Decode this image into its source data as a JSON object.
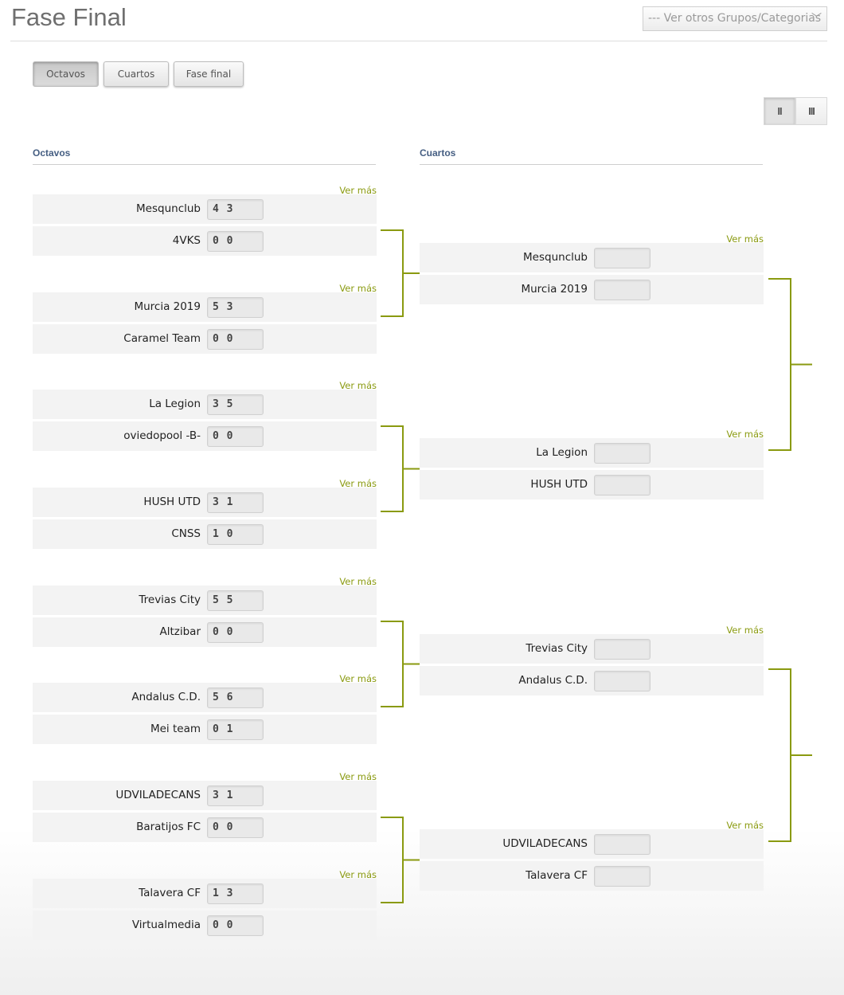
{
  "page_title": "Fase Final",
  "group_select": {
    "value": "--- Ver otros Grupos/Categorias"
  },
  "round_tabs": [
    {
      "label": "Octavos",
      "active": true
    },
    {
      "label": "Cuartos",
      "active": false
    },
    {
      "label": "Fase final",
      "active": false
    }
  ],
  "view_toggle": [
    {
      "label": "II",
      "active": true
    },
    {
      "label": "III",
      "active": false
    }
  ],
  "ver_mas_label": "Ver más",
  "columns": {
    "octavos": {
      "title": "Octavos",
      "matches": [
        {
          "home": {
            "name": "Mesqunclub",
            "score": "4 3"
          },
          "away": {
            "name": "4VKS",
            "score": "0 0"
          }
        },
        {
          "home": {
            "name": "Murcia 2019",
            "score": "5 3"
          },
          "away": {
            "name": "Caramel Team",
            "score": "0 0"
          }
        },
        {
          "home": {
            "name": "La Legion",
            "score": "3 5"
          },
          "away": {
            "name": "oviedopool -B-",
            "score": "0 0"
          }
        },
        {
          "home": {
            "name": "HUSH UTD",
            "score": "3 1"
          },
          "away": {
            "name": "CNSS",
            "score": "1 0"
          }
        },
        {
          "home": {
            "name": "Trevias City",
            "score": "5 5"
          },
          "away": {
            "name": "Altzibar",
            "score": "0 0"
          }
        },
        {
          "home": {
            "name": "Andalus C.D.",
            "score": "5 6"
          },
          "away": {
            "name": "Mei team",
            "score": "0 1"
          }
        },
        {
          "home": {
            "name": "UDVILADECANS",
            "score": "3 1"
          },
          "away": {
            "name": "Baratijos FC",
            "score": "0 0"
          }
        },
        {
          "home": {
            "name": "Talavera CF",
            "score": "1 3"
          },
          "away": {
            "name": "Virtualmedia",
            "score": "0 0"
          }
        }
      ]
    },
    "cuartos": {
      "title": "Cuartos",
      "matches": [
        {
          "home": {
            "name": "Mesqunclub",
            "score": ""
          },
          "away": {
            "name": "Murcia 2019",
            "score": ""
          }
        },
        {
          "home": {
            "name": "La Legion",
            "score": ""
          },
          "away": {
            "name": "HUSH UTD",
            "score": ""
          }
        },
        {
          "home": {
            "name": "Trevias City",
            "score": ""
          },
          "away": {
            "name": "Andalus C.D.",
            "score": ""
          }
        },
        {
          "home": {
            "name": "UDVILADECANS",
            "score": ""
          },
          "away": {
            "name": "Talavera CF",
            "score": ""
          }
        }
      ]
    }
  },
  "colors": {
    "bracket_line": "#8a9a10",
    "ver_mas": "#8a9a10",
    "header": "#455e82"
  }
}
